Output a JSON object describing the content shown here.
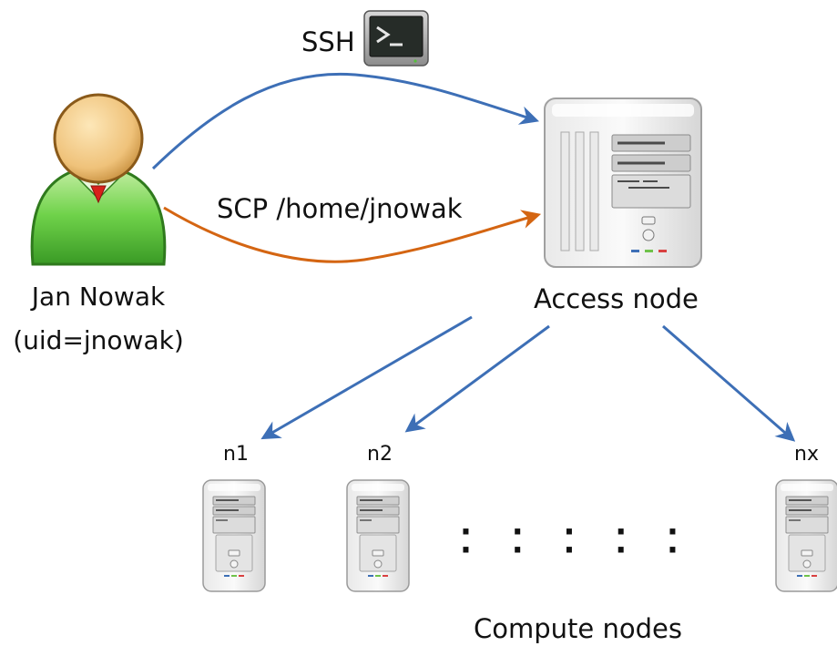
{
  "user": {
    "name": "Jan Nowak",
    "uid_label": "(uid=jnowak)",
    "icon": "user-icon"
  },
  "connections": {
    "ssh_label": "SSH",
    "ssh_icon": "terminal-icon",
    "scp_label": "SCP /home/jnowak",
    "ssh_color": "#3d6fb6",
    "scp_color": "#d46512"
  },
  "access_node": {
    "label": "Access node",
    "icon": "server-tower-icon"
  },
  "compute_nodes": {
    "label": "Compute nodes",
    "ellipsis": "· · · · · · · · · ·",
    "nodes": [
      {
        "name": "n1",
        "icon": "server-tower-icon"
      },
      {
        "name": "n2",
        "icon": "server-tower-icon"
      },
      {
        "name": "nx",
        "icon": "server-tower-icon"
      }
    ]
  },
  "colors": {
    "arrow_blue": "#3d6fb6",
    "arrow_orange": "#d46512",
    "user_green": "#5cc63f",
    "user_skin": "#f0c784"
  }
}
